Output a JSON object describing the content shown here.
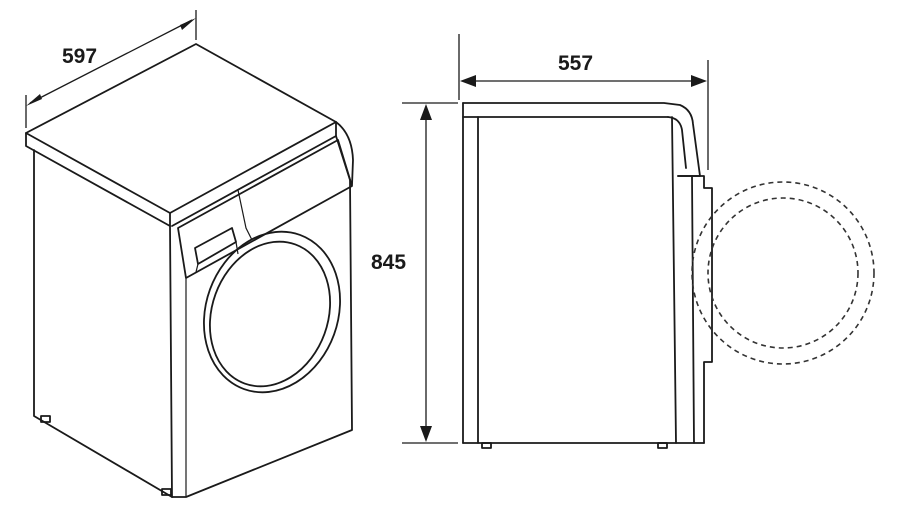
{
  "dimensions": {
    "width_mm": "597",
    "depth_mm": "557",
    "height_mm": "845"
  },
  "colors": {
    "line": "#1a1a1a",
    "background": "#ffffff"
  },
  "icons": {
    "front_view": "washing-machine-perspective-icon",
    "side_view": "washing-machine-side-icon"
  }
}
